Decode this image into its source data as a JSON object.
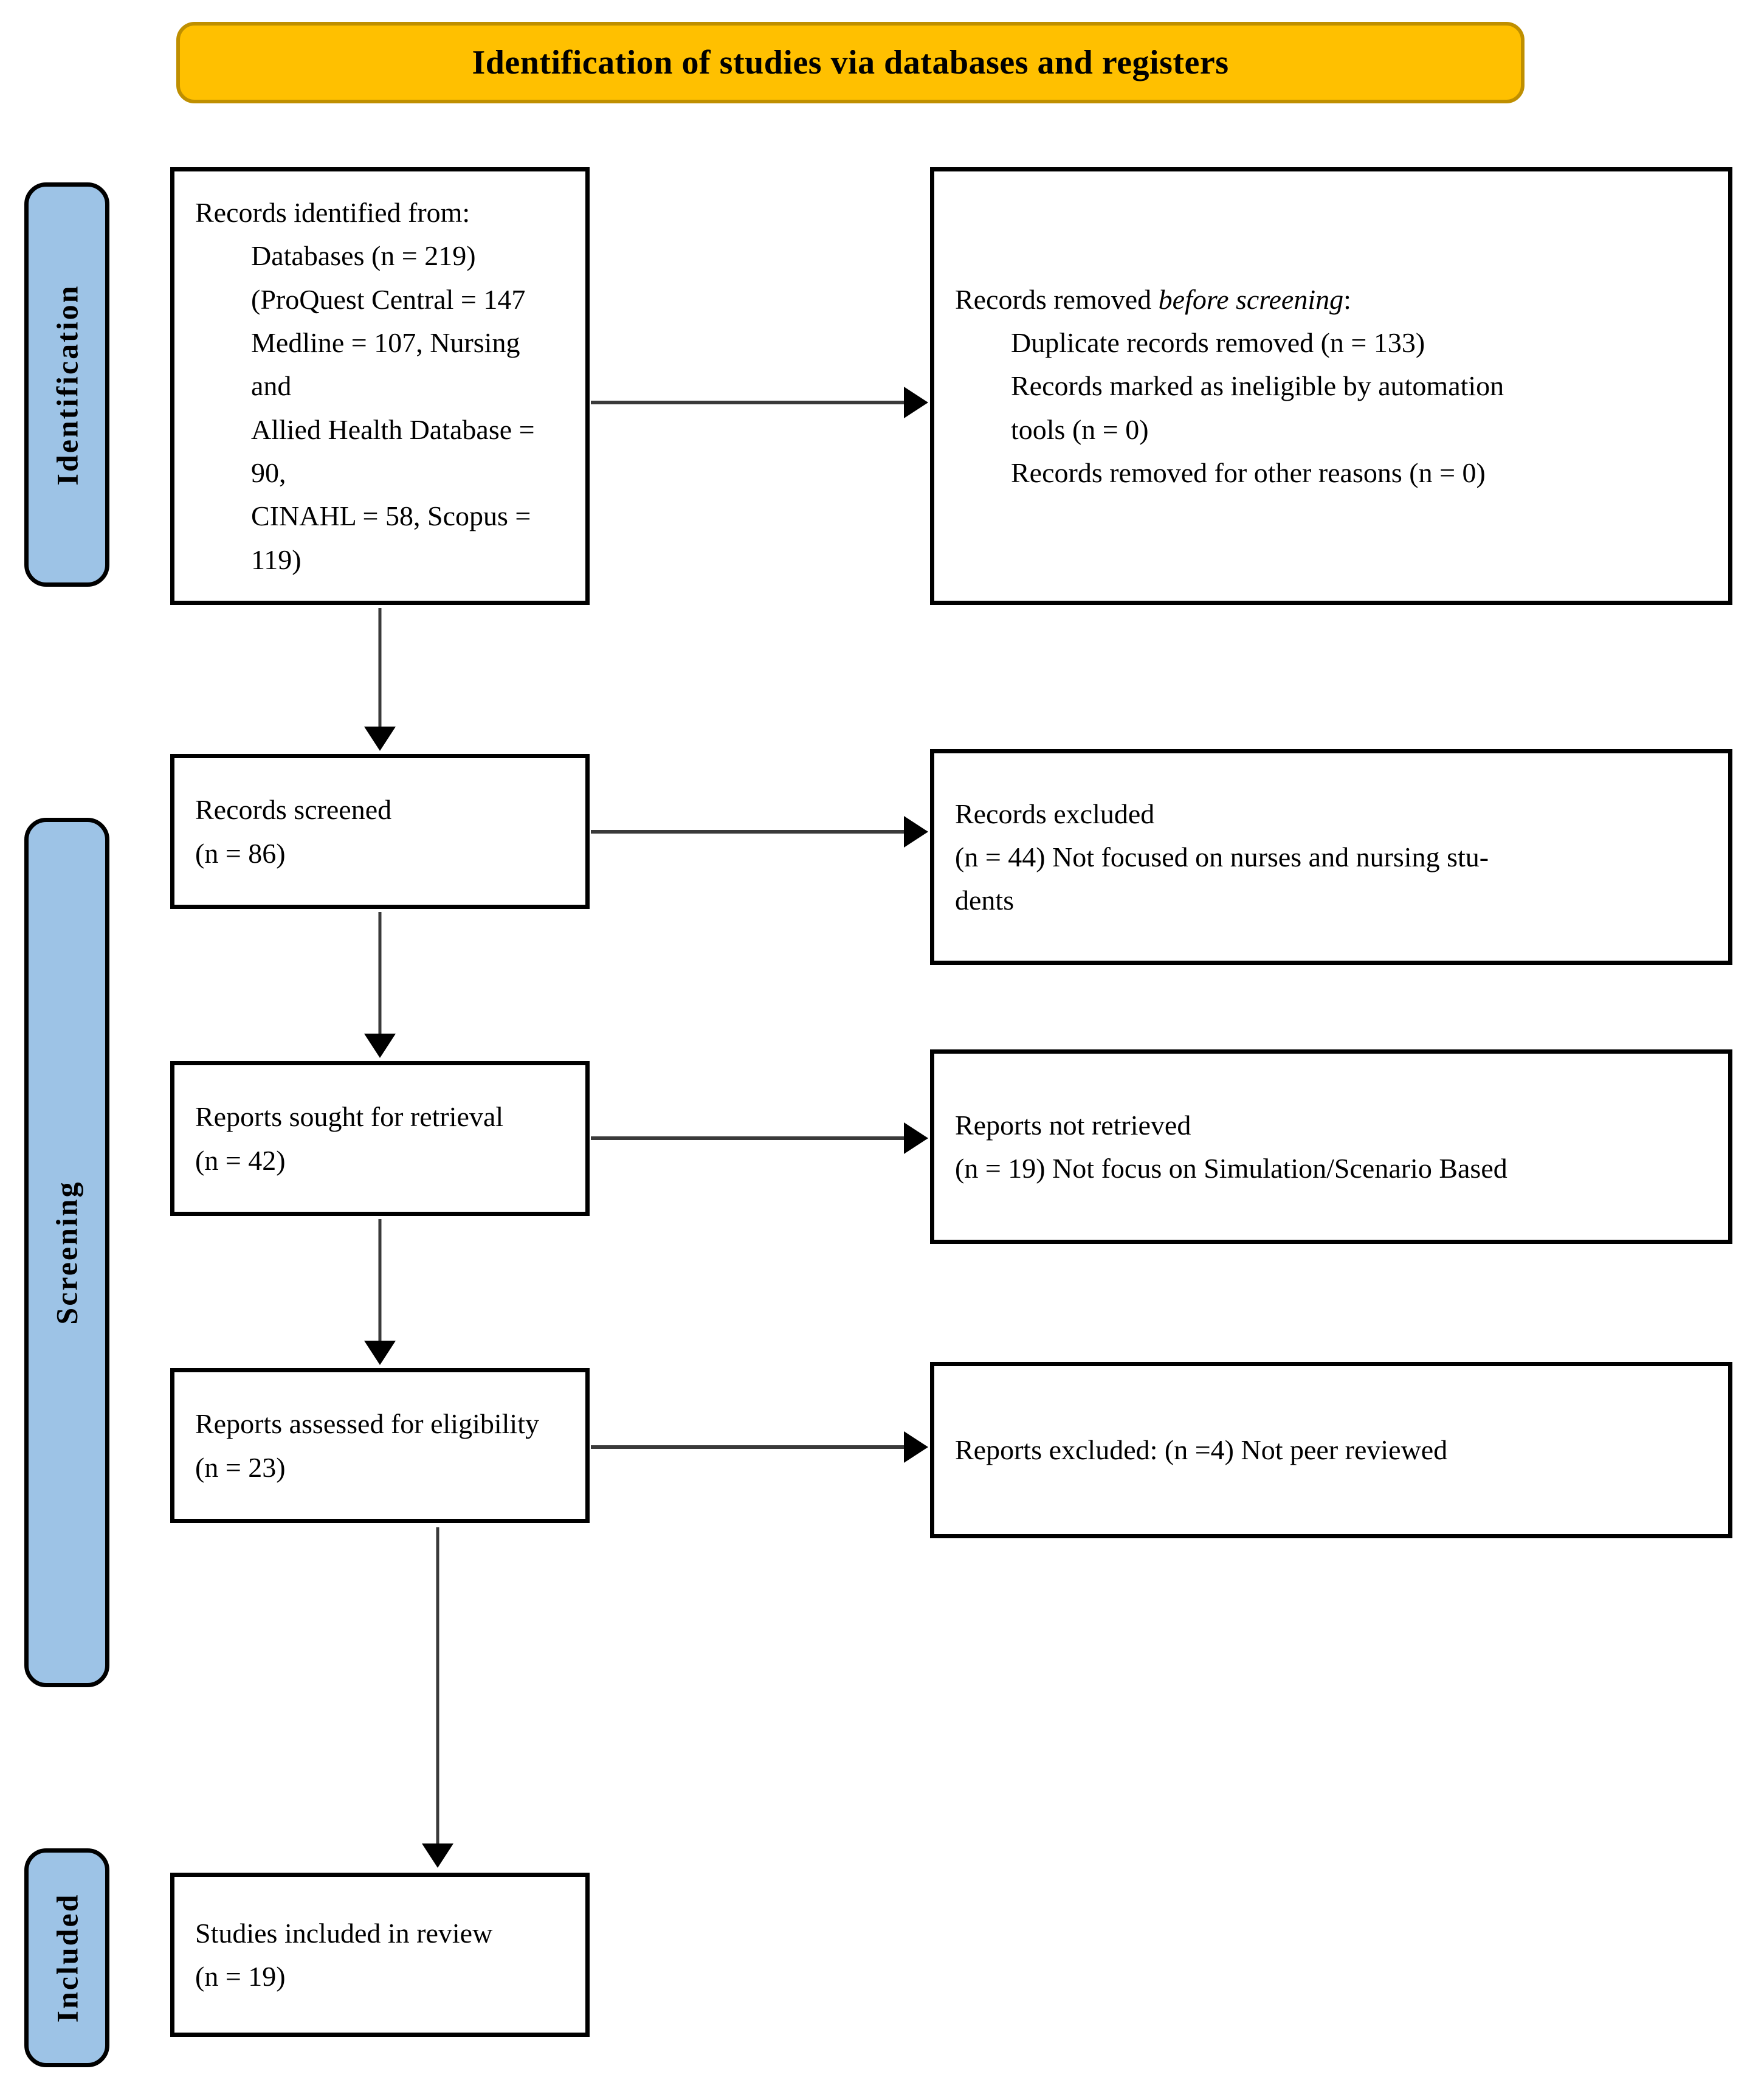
{
  "header": {
    "title": "Identification of studies via databases and registers",
    "bg_color": "#FFC000",
    "border_color": "#BF8F00"
  },
  "stages": {
    "accent_color": "#9DC3E6",
    "identification": "Identification",
    "screening": "Screening",
    "included": "Included"
  },
  "boxes": {
    "identified": {
      "title": "Records identified from:",
      "line1": "Databases (n = 219)",
      "line2": "(ProQuest Central = 147",
      "line3": "Medline = 107, Nursing  and",
      "line4": "Allied  Health Database = 90,",
      "line5": "CINAHL = 58, Scopus = 119)"
    },
    "removed": {
      "title_before": "Records removed ",
      "title_italic": "before screening",
      "title_after": ":",
      "line1": "Duplicate records removed (n = 133)",
      "line2": "Records marked as ineligible by automation",
      "line3": "tools (n = 0)",
      "line4": "Records removed for other reasons (n = 0)"
    },
    "screened": {
      "title": "Records screened",
      "count": "(n = 86)"
    },
    "excluded": {
      "title": "Records excluded",
      "line1": "(n = 44) Not focused on nurses and nursing stu-",
      "line2": "dents"
    },
    "sought": {
      "title": "Reports sought for retrieval",
      "count": "(n = 42)"
    },
    "not_retrieved": {
      "title": "Reports not retrieved",
      "line1": "(n = 19) Not focus on Simulation/Scenario Based"
    },
    "assessed": {
      "title": "Reports assessed for eligibility",
      "count": "(n = 23)"
    },
    "reports_excluded": {
      "line1": "Reports excluded: (n =4) Not peer reviewed"
    },
    "included": {
      "title": "Studies included in review",
      "count": "(n = 19)"
    }
  }
}
